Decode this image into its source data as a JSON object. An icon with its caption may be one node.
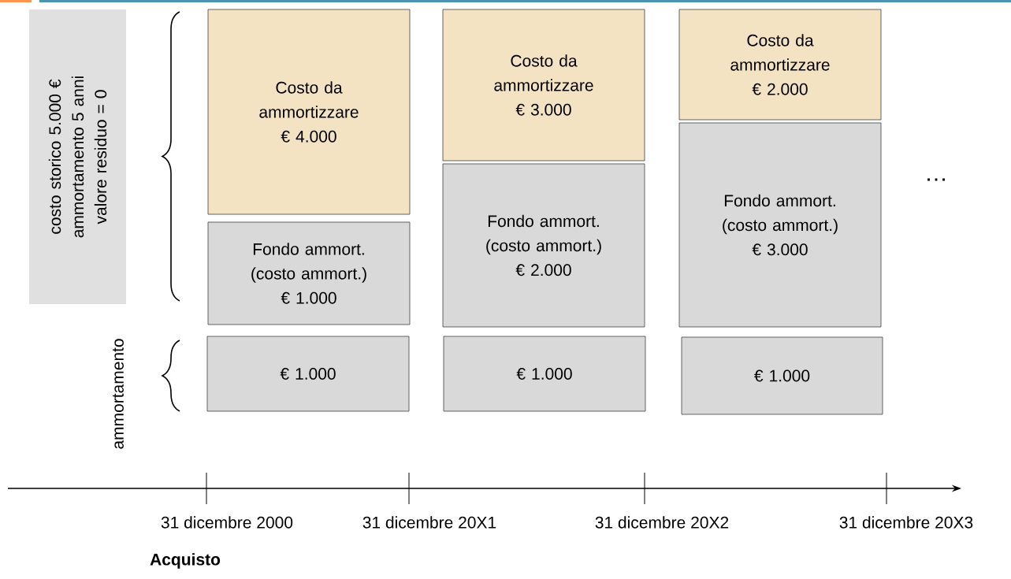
{
  "diagram": {
    "nodes": [
      {
        "text": [
          "costo storico 5.000 € ammortamento 5 anni valore residuo = 0"
        ]
      },
      {
        "text": [
          "Costo da ammortizzare € 4.000"
        ]
      },
      {
        "text": [
          "Fondo ammort. (costo ammort.) € 1.000"
        ]
      },
      {
        "text": [
          "€ 1.000"
        ]
      },
      {
        "text": [
          "Costo da ammortizzare € 3.000"
        ]
      },
      {
        "text": [
          "Fondo ammort. (costo ammort.) € 2.000"
        ]
      },
      {
        "text": [
          "€ 1.000"
        ]
      },
      {
        "text": [
          "Costo da ammortizzare € 2.000"
        ]
      },
      {
        "text": [
          "Fondo ammort. (costo ammort.) € 3.000"
        ]
      },
      {
        "text": [
          "€ 1.000"
        ]
      }
    ],
    "labels": [
      "ammortamento",
      "…",
      "31 dicembre 2000",
      "31 dicembre 20X1",
      "31 dicembre 20X2",
      "31 dicembre 20X3",
      "Acquisto"
    ]
  }
}
